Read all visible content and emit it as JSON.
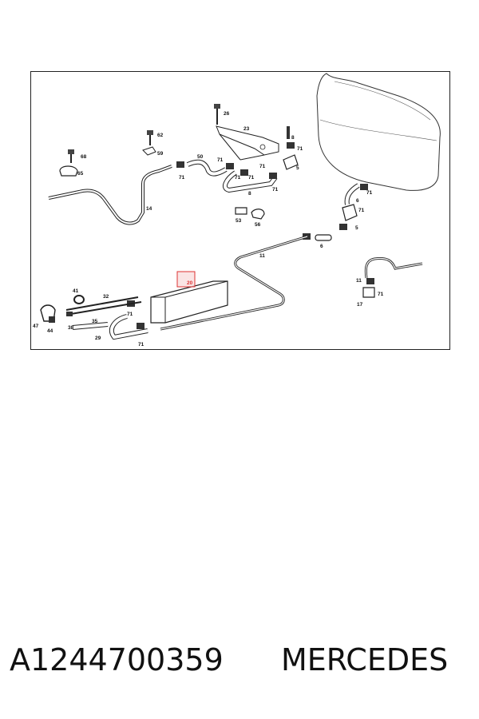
{
  "caption": {
    "part_number": "A1244700359",
    "brand": "MERCEDES"
  },
  "diagram": {
    "labels": {
      "l26": "26",
      "l23": "23",
      "l62": "62",
      "l59": "59",
      "l68": "68",
      "l65": "65",
      "l50": "50",
      "l71a": "71",
      "l71b": "71",
      "l71c": "71",
      "l71d": "71",
      "l71e": "71",
      "l71f": "71",
      "l71g": "71",
      "l71h": "71",
      "l71i": "71",
      "l71j": "71",
      "l71k": "71",
      "l8a": "8",
      "l8b": "8",
      "l5a": "5",
      "l5b": "5",
      "l14": "14",
      "l53": "53",
      "l56": "56",
      "l6a": "6",
      "l6b": "6",
      "l11a": "11",
      "l11b": "11",
      "l17": "17",
      "l41": "41",
      "l32": "32",
      "l47": "47",
      "l44": "44",
      "l38": "38",
      "l35": "35",
      "l29": "29",
      "l20": "20"
    },
    "highlight_color": "#dd3333"
  }
}
